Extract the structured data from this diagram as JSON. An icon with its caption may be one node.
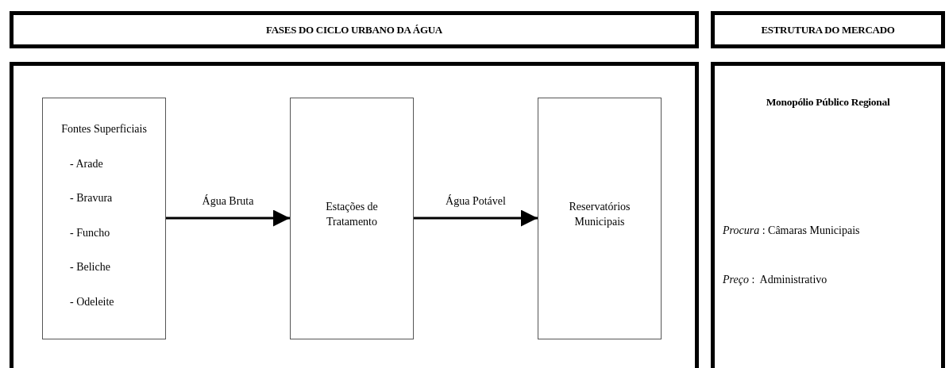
{
  "diagram": {
    "nodes": [
      {
        "text": [
          "FASES DO CICLO URBANO DA ÁGUA"
        ]
      },
      {
        "text": [
          "ESTRUTURA DO MERCADO"
        ]
      },
      {
        "text": [],
        "shape": "box"
      },
      {
        "text": [
          "Fontes Superficiais",
          "- Arade",
          "- Bravura",
          "- Funcho",
          "- Beliche",
          "- Odeleite"
        ],
        "in": 2
      },
      {
        "text": [
          "Estações de Tratamento"
        ],
        "in": 2
      },
      {
        "text": [
          "Reservatórios Municipais"
        ],
        "in": 2
      },
      {
        "text": [
          "Monopólio Público Regional",
          "*Procura* : Câmaras Municipais",
          "*Preço* :  Administrativo"
        ]
      }
    ],
    "edges": [
      {
        "from": 3,
        "to": 4,
        "arrow": "to",
        "label": "Água Bruta"
      },
      {
        "from": 4,
        "to": 5,
        "arrow": "to",
        "label": "Água Potável"
      }
    ]
  }
}
